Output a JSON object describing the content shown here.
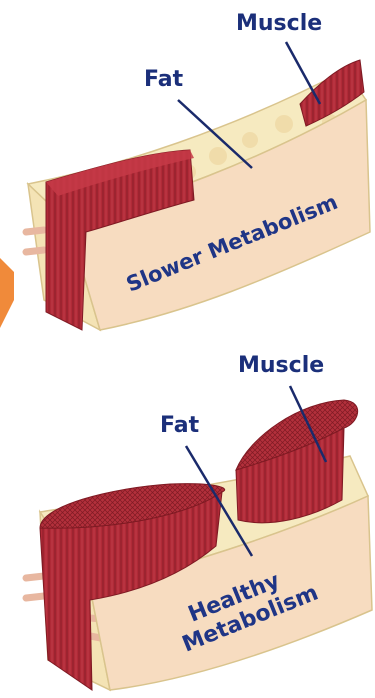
{
  "colors": {
    "background": "#ffffff",
    "fat_top": "#f6eac0",
    "fat_side": "#f7dcc0",
    "fat_edge": "#e9d4a1",
    "muscle": "#b02a37",
    "muscle_dark": "#7f1a23",
    "label_text": "#1b2f7a",
    "pointer_line": "#1a2a6b",
    "accent_shape": "#f08a3a"
  },
  "diagram": {
    "slower": {
      "fat_label": "Fat",
      "muscle_label": "Muscle",
      "block_text": "Slower Metabolism"
    },
    "healthy": {
      "fat_label": "Fat",
      "muscle_label": "Muscle",
      "block_text_line1": "Healthy",
      "block_text_line2": "Metabolism"
    }
  }
}
